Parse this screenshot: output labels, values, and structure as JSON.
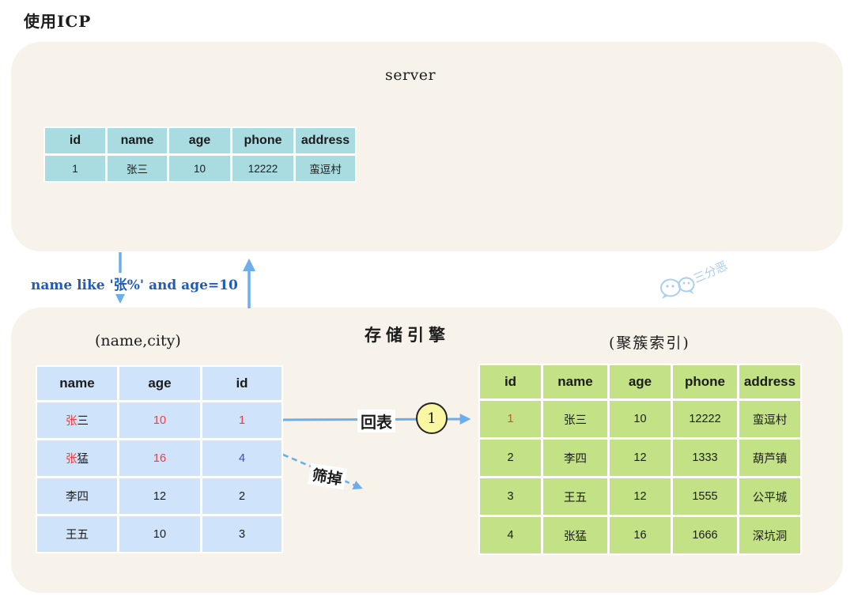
{
  "title": "使用ICP",
  "colors": {
    "box_cream": "#f7f3ea",
    "server_cell": "#a9dce1",
    "secondary_cell": "#cfe3fa",
    "clustered_cell": "#c3e185",
    "red": "#f43b3b",
    "blue": "#3d45dd",
    "arrow_blue": "#6cadec",
    "condition_blue": "#1d5cbe",
    "badge_yellow": "#f9f7a3",
    "watermark_blue": "#a9cdf3"
  },
  "server_box": {
    "label": "server",
    "table": {
      "headers": [
        "id",
        "name",
        "age",
        "phone",
        "address"
      ],
      "rows": [
        [
          [
            [
              "1",
              "default"
            ]
          ],
          [
            [
              "张三",
              "default"
            ]
          ],
          [
            [
              "10",
              "default"
            ]
          ],
          [
            [
              "12222",
              "default"
            ]
          ],
          [
            [
              "蛮逗村",
              "default"
            ]
          ]
        ]
      ]
    }
  },
  "flow": {
    "condition_text": "name like '张%' and age=10"
  },
  "watermark": {
    "text": "三分恶"
  },
  "engine_box": {
    "label": "存储引擎",
    "secondary_index": {
      "caption": "(name,city)",
      "headers": [
        "name",
        "age",
        "id"
      ],
      "rows": [
        [
          [
            [
              "张",
              "red"
            ],
            [
              "三",
              "default"
            ]
          ],
          [
            [
              "10",
              "red"
            ]
          ],
          [
            [
              "1",
              "red"
            ]
          ]
        ],
        [
          [
            [
              "张",
              "red"
            ],
            [
              "猛",
              "default"
            ]
          ],
          [
            [
              "16",
              "red"
            ]
          ],
          [
            [
              "4",
              "blue"
            ]
          ]
        ],
        [
          [
            [
              "李四",
              "default"
            ]
          ],
          [
            [
              "12",
              "default"
            ]
          ],
          [
            [
              "2",
              "default"
            ]
          ]
        ],
        [
          [
            [
              "王五",
              "default"
            ]
          ],
          [
            [
              "10",
              "default"
            ]
          ],
          [
            [
              "3",
              "default"
            ]
          ]
        ]
      ]
    },
    "clustered_index": {
      "caption": "(聚簇索引)",
      "headers": [
        "id",
        "name",
        "age",
        "phone",
        "address"
      ],
      "rows": [
        [
          [
            [
              "1",
              "red"
            ]
          ],
          [
            [
              "张三",
              "default"
            ]
          ],
          [
            [
              "10",
              "default"
            ]
          ],
          [
            [
              "12222",
              "default"
            ]
          ],
          [
            [
              "蛮逗村",
              "default"
            ]
          ]
        ],
        [
          [
            [
              "2",
              "default"
            ]
          ],
          [
            [
              "李四",
              "default"
            ]
          ],
          [
            [
              "12",
              "default"
            ]
          ],
          [
            [
              "1333",
              "default"
            ]
          ],
          [
            [
              "葫芦镇",
              "default"
            ]
          ]
        ],
        [
          [
            [
              "3",
              "default"
            ]
          ],
          [
            [
              "王五",
              "default"
            ]
          ],
          [
            [
              "12",
              "default"
            ]
          ],
          [
            [
              "1555",
              "default"
            ]
          ],
          [
            [
              "公平城",
              "default"
            ]
          ]
        ],
        [
          [
            [
              "4",
              "default"
            ]
          ],
          [
            [
              "张猛",
              "default"
            ]
          ],
          [
            [
              "16",
              "default"
            ]
          ],
          [
            [
              "1666",
              "default"
            ]
          ],
          [
            [
              "深坑洞",
              "default"
            ]
          ]
        ]
      ]
    },
    "back_to_table_label": "回表",
    "step_badge": "1",
    "filter_label": "筛掉"
  }
}
